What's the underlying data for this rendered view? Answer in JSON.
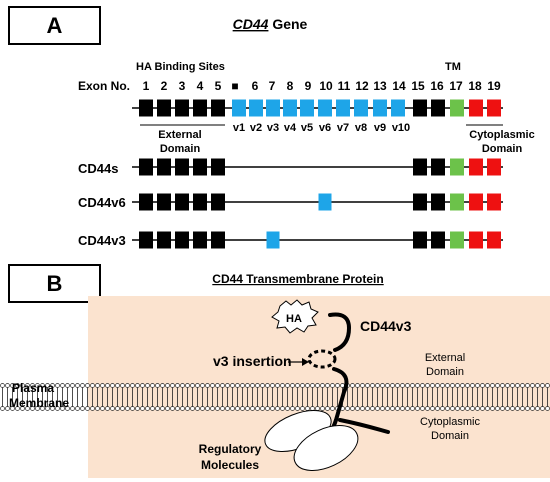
{
  "panel_a": {
    "label": "A",
    "title": "CD44",
    "title_suffix": " Gene",
    "ha_binding_sites": "HA Binding Sites",
    "tm_label": "TM",
    "exon_no_label": "Exon No.",
    "exon_numbers": [
      "1",
      "2",
      "3",
      "4",
      "5",
      "■",
      "6",
      "7",
      "8",
      "9",
      "10",
      "11",
      "12",
      "13",
      "14",
      "15",
      "16",
      "17",
      "18",
      "19"
    ],
    "variant_labels": [
      "v1",
      "v2",
      "v3",
      "v4",
      "v5",
      "v6",
      "v7",
      "v8",
      "v9",
      "v10"
    ],
    "external_domain": [
      "External",
      "Domain"
    ],
    "cytoplasmic_domain": [
      "Cytoplasmic",
      "Domain"
    ],
    "isoforms": [
      {
        "name": "CD44s",
        "variant_exon": ""
      },
      {
        "name": "CD44v6",
        "variant_exon": "v6"
      },
      {
        "name": "CD44v3",
        "variant_exon": "v3"
      }
    ],
    "colors": {
      "constant_exon": "#000000",
      "variant_exon": "#1ea5e8",
      "tm_exon": "#6cc24a",
      "cytoplasmic_exon": "#ee1111"
    }
  },
  "panel_b": {
    "label": "B",
    "title": "CD44  Transmembrane Protein",
    "ha": "HA",
    "protein": "CD44v3",
    "v3_insertion": "v3 insertion",
    "plasma_membrane": [
      "Plasma",
      "Membrane"
    ],
    "external_domain": [
      "External",
      "Domain"
    ],
    "cytoplasmic_domain": [
      "Cytoplasmic",
      "Domain"
    ],
    "regulatory_molecules": [
      "Regulatory",
      "Molecules"
    ],
    "colors": {
      "background": "#fbe3cf",
      "lipid_head": "#ffffff"
    }
  }
}
